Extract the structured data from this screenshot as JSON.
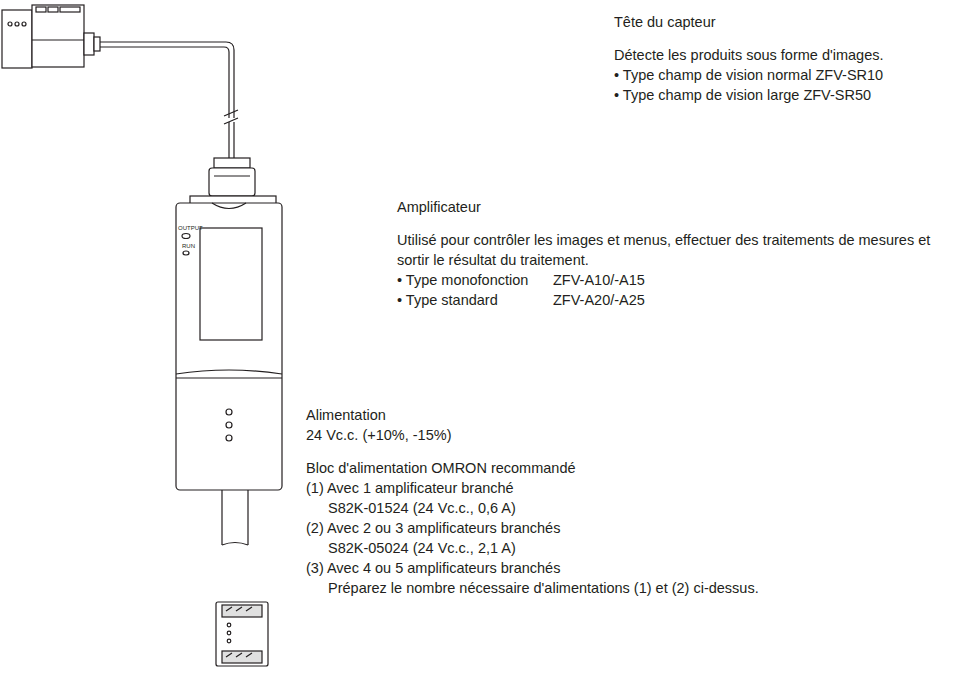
{
  "diagram": {
    "labels": [
      "Tête du capteur",
      "Détecte les produits sous forme d'images.",
      "• Type champ de vision normal ZFV-SR10",
      "• Type champ de vision large ZFV-SR50",
      "Amplificateur",
      "Utilisé pour contrôler les images et menus, effectuer des traitements de mesures et sortir le résultat du traitement.",
      "• Type monofonction",
      "ZFV-A10/-A15",
      "• Type standard",
      "ZFV-A20/-A25",
      "Alimentation",
      "24 Vc.c. (+10%, -15%)",
      "Bloc d'alimentation OMRON recommandé",
      "(1) Avec 1 amplificateur branché",
      "S82K-01524 (24 Vc.c., 0,6 A)",
      "(2) Avec 2 ou 3 amplificateurs branchés",
      "S82K-05024 (24 Vc.c., 2,1 A)",
      "(3) Avec 4 ou 5 amplificateurs branchés",
      "Préparez le nombre nécessaire d'alimentations (1) et (2) ci-dessus.",
      "OUTPUT",
      "RUN"
    ]
  }
}
